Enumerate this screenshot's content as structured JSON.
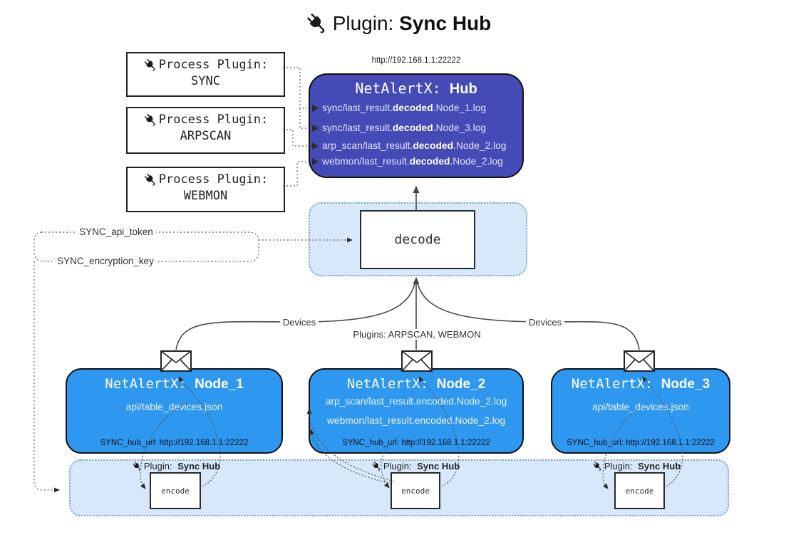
{
  "title": {
    "icon": "plug-icon",
    "prefix": "Plugin:",
    "name": "Sync Hub"
  },
  "hub": {
    "url": "http://192.168.1.1:22222",
    "title_prefix": "NetAlertX:",
    "title_name": "Hub",
    "logs": [
      {
        "pre": "sync/last_result.",
        "bold": "decoded",
        "post": ".Node_1.log"
      },
      {
        "pre": "sync/last_result.",
        "bold": "decoded",
        "post": ".Node_3.log"
      },
      {
        "pre": "arp_scan/last_result.",
        "bold": "decoded",
        "post": ".Node_2.log"
      },
      {
        "pre": "webmon/last_result.",
        "bold": "decoded",
        "post": ".Node_2.log"
      }
    ]
  },
  "process_plugins": [
    {
      "label": "Process Plugin:",
      "name": "SYNC"
    },
    {
      "label": "Process Plugin:",
      "name": "ARPSCAN"
    },
    {
      "label": "Process Plugin:",
      "name": "WEBMON"
    }
  ],
  "decode_label": "decode",
  "encode_label": "encode",
  "sync_hub_plugin_label": {
    "prefix": "Plugin:",
    "name": "Sync Hub"
  },
  "edge_labels": {
    "api_token": "SYNC_api_token",
    "encryption_key": "SYNC_encryption_key",
    "devices_left": "Devices",
    "devices_right": "Devices",
    "plugins_center": "Plugins: ARPSCAN, WEBMON"
  },
  "nodes": [
    {
      "title_prefix": "NetAlertX:",
      "title_name": "Node_1",
      "files": [
        "api/table_devices.json"
      ],
      "hub_url": "SYNC_hub_url: http://192.168.1.1:22222"
    },
    {
      "title_prefix": "NetAlertX:",
      "title_name": "Node_2",
      "files": [
        "arp_scan/last_result.encoded.Node_2.log",
        "webmon/last_result.encoded.Node_2.log"
      ],
      "hub_url": "SYNC_hub_url: http://192.168.1.1:22222"
    },
    {
      "title_prefix": "NetAlertX:",
      "title_name": "Node_3",
      "files": [
        "api/table_devices.json"
      ],
      "hub_url": "SYNC_hub_url: http://192.168.1.1:22222"
    }
  ],
  "colors": {
    "hub": "#444bb6",
    "node": "#2e97f0",
    "panel": "#d6e8fa",
    "panel_border": "#7fa3c8",
    "line": "#4a4a4a",
    "arrow": "#2f2f2f"
  }
}
